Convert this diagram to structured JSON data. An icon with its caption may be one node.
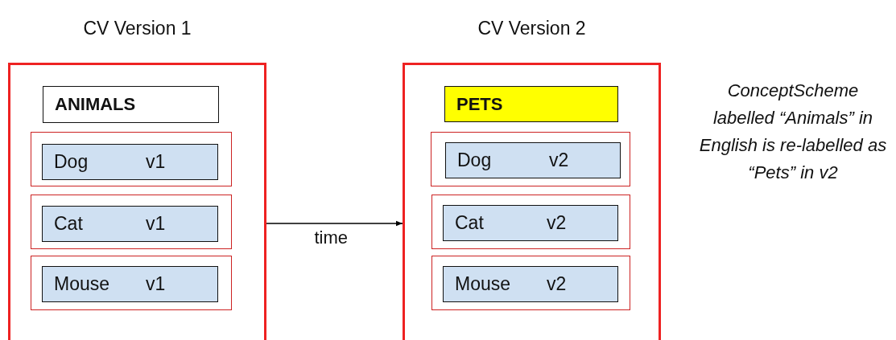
{
  "diagram": {
    "nodes": [
      {
        "text": [
          "CV Version 1"
        ]
      },
      {
        "text": [
          "ANIMALS"
        ],
        "in": 0
      },
      {
        "text": [],
        "shape": "box",
        "in": 0
      },
      {
        "text": [
          "Dog",
          "v1"
        ],
        "in": 2
      },
      {
        "text": [],
        "shape": "box",
        "in": 0
      },
      {
        "text": [
          "Cat",
          "v1"
        ],
        "in": 4
      },
      {
        "text": [],
        "shape": "box",
        "in": 0
      },
      {
        "text": [
          "Mouse",
          "v1"
        ],
        "in": 6
      },
      {
        "text": [
          "CV Version 2"
        ]
      },
      {
        "text": [
          "PETS"
        ],
        "in": 8
      },
      {
        "text": [],
        "shape": "box",
        "in": 8
      },
      {
        "text": [
          "Dog",
          "v2"
        ],
        "in": 10
      },
      {
        "text": [],
        "shape": "box",
        "in": 8
      },
      {
        "text": [
          "Cat",
          "v2"
        ],
        "in": 12
      },
      {
        "text": [],
        "shape": "box",
        "in": 8
      },
      {
        "text": [
          "Mouse",
          "v2"
        ],
        "in": 14
      }
    ],
    "edges": [
      {
        "from": 0,
        "to": 8,
        "arrow": "to",
        "label": "time"
      }
    ],
    "labels": [
      "ConceptScheme labelled “Animals” in English is re-labelled as “Pets” in v2"
    ]
  }
}
